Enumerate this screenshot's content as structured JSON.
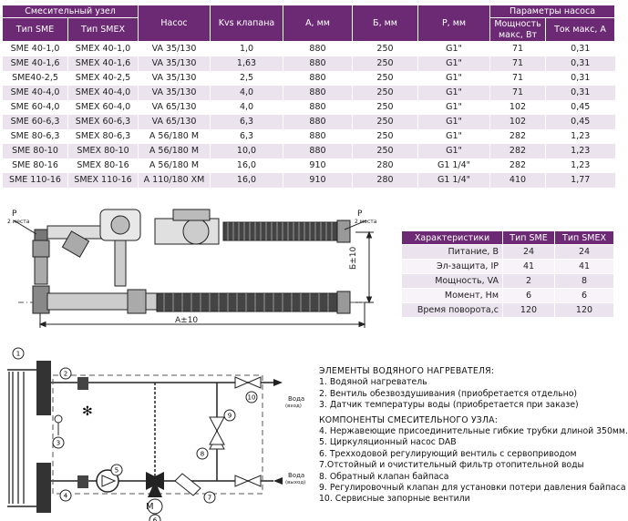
{
  "main_table": {
    "group_headers": {
      "mixing_unit": "Смесительный узел",
      "pump_params": "Параметры насоса"
    },
    "headers": {
      "type_sme": "Тип SME",
      "type_smex": "Тип SMEX",
      "pump": "Насос",
      "kvs": "Kvs клапана",
      "a": "А, мм",
      "b": "Б, мм",
      "r": "Р, мм",
      "power": "Мощность макс, Вт",
      "current": "Ток макс, А"
    },
    "rows": [
      [
        "SME 40-1,0",
        "SMEX 40-1,0",
        "VA 35/130",
        "1,0",
        "880",
        "250",
        "G1\"",
        "71",
        "0,31"
      ],
      [
        "SME 40-1,6",
        "SMEX 40-1,6",
        "VA 35/130",
        "1,63",
        "880",
        "250",
        "G1\"",
        "71",
        "0,31"
      ],
      [
        "SME40-2,5",
        "SMEX 40-2,5",
        "VA 35/130",
        "2,5",
        "880",
        "250",
        "G1\"",
        "71",
        "0,31"
      ],
      [
        "SME 40-4,0",
        "SMEX 40-4,0",
        "VA 35/130",
        "4,0",
        "880",
        "250",
        "G1\"",
        "71",
        "0,31"
      ],
      [
        "SME 60-4,0",
        "SMEX 60-4,0",
        "VA 65/130",
        "4,0",
        "880",
        "250",
        "G1\"",
        "102",
        "0,45"
      ],
      [
        "SME 60-6,3",
        "SMEX 60-6,3",
        "VA 65/130",
        "6,3",
        "880",
        "250",
        "G1\"",
        "102",
        "0,45"
      ],
      [
        "SME 80-6,3",
        "SMEX 80-6,3",
        "A 56/180 M",
        "6,3",
        "880",
        "250",
        "G1\"",
        "282",
        "1,23"
      ],
      [
        "SME 80-10",
        "SMEX 80-10",
        "A 56/180 M",
        "10,0",
        "880",
        "250",
        "G1\"",
        "282",
        "1,23"
      ],
      [
        "SME 80-16",
        "SMEX 80-16",
        "A 56/180 M",
        "16,0",
        "910",
        "280",
        "G1 1/4\"",
        "282",
        "1,23"
      ],
      [
        "SME 110-16",
        "SMEX 110-16",
        "A 110/180 XM",
        "16,0",
        "910",
        "280",
        "G1 1/4\"",
        "410",
        "1,77"
      ]
    ]
  },
  "char_table": {
    "headers": [
      "Характеристики",
      "Тип SME",
      "Тип SMEX"
    ],
    "rows": [
      [
        "Питание, В",
        "24",
        "24"
      ],
      [
        "Эл-защита, IP",
        "41",
        "41"
      ],
      [
        "Мощность, VA",
        "2",
        "8"
      ],
      [
        "Момент, Нм",
        "6",
        "6"
      ],
      [
        "Время поворота,с",
        "120",
        "120"
      ]
    ]
  },
  "drawing": {
    "p_label": "Р",
    "p_places_left": "2 места",
    "p_places_right": "2 места",
    "dim_a": "А±10",
    "dim_b": "Б±10"
  },
  "schematic": {
    "water_in": "Вода",
    "water_in_sub": "(вход)",
    "water_out": "Вода",
    "water_out_sub": "(выход)",
    "motor": "М",
    "num_labels": [
      "1",
      "2",
      "3",
      "4",
      "5",
      "6",
      "7",
      "8",
      "9",
      "10"
    ]
  },
  "legend": {
    "heater_title": "ЭЛЕМЕНТЫ ВОДЯНОГО НАГРЕВАТЕЛЯ:",
    "heater_items": [
      "1. Водяной нагреватель",
      "2. Вентиль обезвоздушивания (приобретается отдельно)",
      "3. Датчик температуры воды (приобретается при заказе)"
    ],
    "unit_title": "КОМПОНЕНТЫ СМЕСИТЕЛЬНОГО УЗЛА:",
    "unit_items": [
      "4. Нержавеющие присоединительные гибкие трубки длиной 350мм.",
      "5. Циркуляционный насос DAB",
      "6. Трехходовой регулирующий вентиль с сервоприводом",
      "7.Отстойный и очистительный фильтр отопительной воды",
      "8. Обратный клапан байпаса",
      "9. Регулировочный клапан для установки потери давления байпаса",
      "10. Сервисные запорные вентили"
    ]
  }
}
